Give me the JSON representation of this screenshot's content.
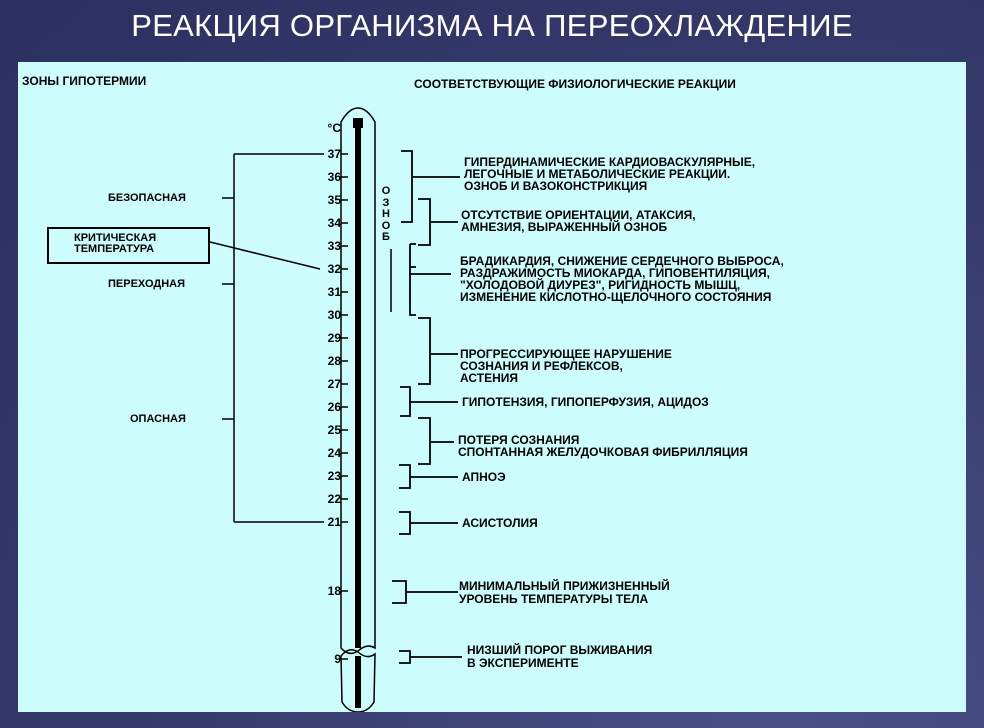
{
  "title": "РЕАКЦИЯ ОРГАНИЗМА НА ПЕРЕОХЛАЖДЕНИЕ",
  "headers": {
    "left": "ЗОНЫ ГИПОТЕРМИИ",
    "right": "СООТВЕТСТВУЮЩИЕ ФИЗИОЛОГИЧЕСКИЕ РЕАКЦИИ"
  },
  "unit": "°C",
  "scale": [
    "37",
    "36",
    "35",
    "34",
    "33",
    "32",
    "31",
    "30",
    "29",
    "28",
    "27",
    "26",
    "25",
    "24",
    "23",
    "22",
    "21",
    "18",
    "9"
  ],
  "zones": {
    "safe": "БЕЗОПАСНАЯ",
    "critical_line1": "КРИТИЧЕСКАЯ",
    "critical_line2": "ТЕМПЕРАТУРА",
    "transitional": "ПЕРЕХОДНАЯ",
    "dangerous": "ОПАСНАЯ"
  },
  "shivering_vertical": "О З Н О Б",
  "reactions": [
    [
      "ГИПЕРДИНАМИЧЕСКИЕ  КАРДИОВАСКУЛЯРНЫЕ,",
      "ЛЕГОЧНЫЕ И МЕТАБОЛИЧЕСКИЕ РЕАКЦИИ.",
      "ОЗНОБ И ВАЗОКОНСТРИКЦИЯ"
    ],
    [
      "ОТСУТСТВИЕ ОРИЕНТАЦИИ, АТАКСИЯ,",
      "АМНЕЗИЯ, ВЫРАЖЕННЫЙ ОЗНОБ"
    ],
    [
      "БРАДИКАРДИЯ, СНИЖЕНИЕ СЕРДЕЧНОГО ВЫБРОСА,",
      "РАЗДРАЖИМОСТЬ МИОКАРДА, ГИПОВЕНТИЛЯЦИЯ,",
      "\"ХОЛОДОВОЙ ДИУРЕЗ\", РИГИДНОСТЬ МЫШЦ,",
      "ИЗМЕНЕНИЕ КИСЛОТНО-ЩЕЛОЧНОГО СОСТОЯНИЯ"
    ],
    [
      "ПРОГРЕССИРУЮЩЕЕ НАРУШЕНИЕ",
      "СОЗНАНИЯ И РЕФЛЕКСОВ,",
      "АСТЕНИЯ"
    ],
    [
      "ГИПОТЕНЗИЯ, ГИПОПЕРФУЗИЯ, АЦИДОЗ"
    ],
    [
      "ПОТЕРЯ СОЗНАНИЯ",
      "СПОНТАННАЯ ЖЕЛУДОЧКОВАЯ ФИБРИЛЛЯЦИЯ"
    ],
    [
      "АПНОЭ"
    ],
    [
      "АСИСТОЛИЯ"
    ],
    [
      "МИНИМАЛЬНЫЙ ПРИЖИЗНЕННЫЙ",
      "УРОВЕНЬ ТЕМПЕРАТУРЫ ТЕЛА"
    ],
    [
      "НИЗШИЙ ПОРОГ ВЫЖИВАНИЯ",
      "В ЭКСПЕРИМЕНТЕ"
    ]
  ]
}
